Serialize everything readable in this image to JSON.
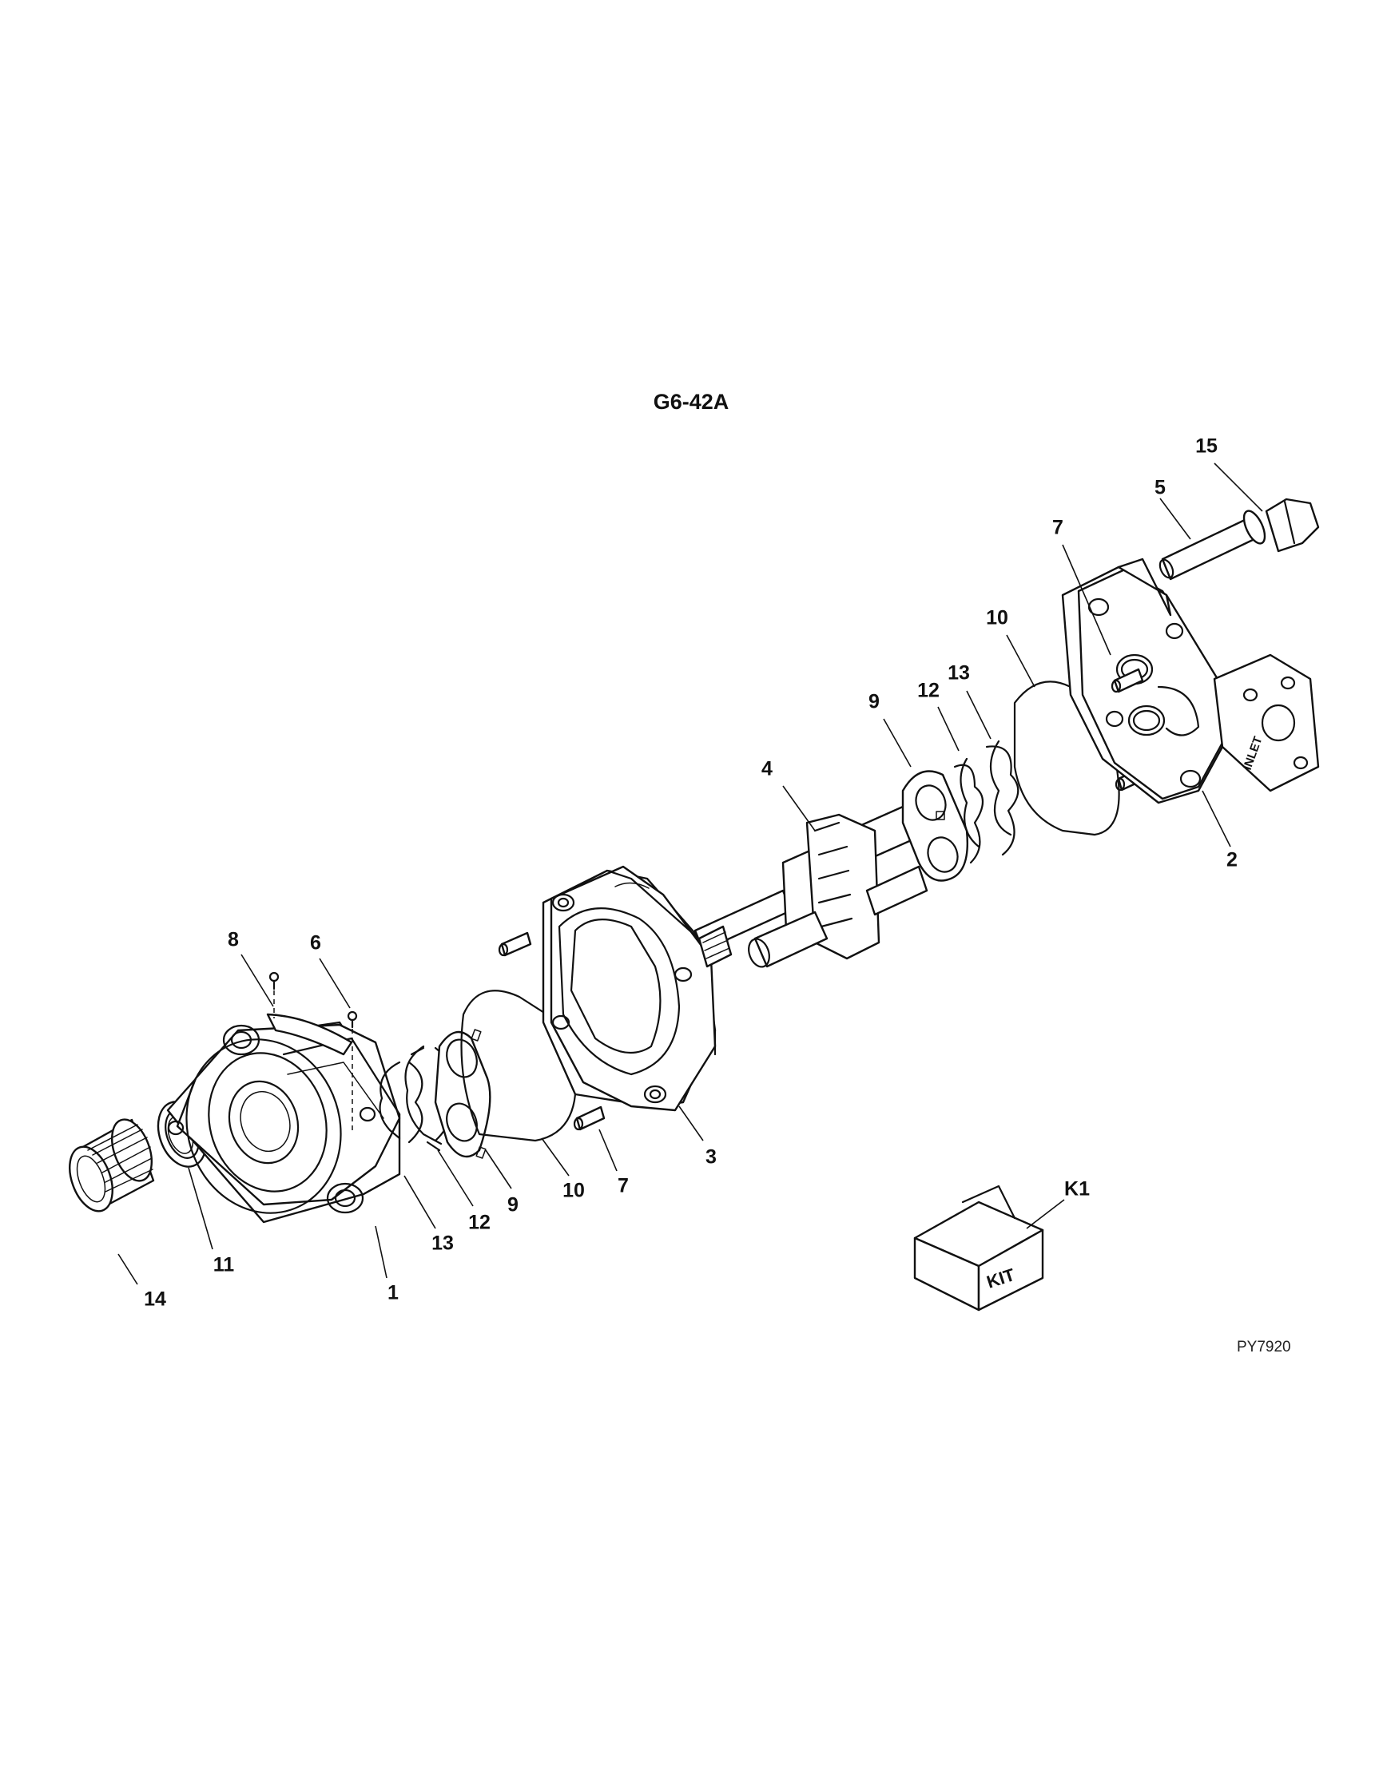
{
  "drawing_title": "G6-42A",
  "drawing_code": "PY7920",
  "kit_box_text": "KIT",
  "inlet_text": "INLET",
  "callouts": {
    "c1": "1",
    "c2": "2",
    "c3": "3",
    "c4": "4",
    "c5": "5",
    "c6": "6",
    "c7a": "7",
    "c7b": "7",
    "c8": "8",
    "c9a": "9",
    "c9b": "9",
    "c10a": "10",
    "c10b": "10",
    "c11": "11",
    "c12a": "12",
    "c12b": "12",
    "c13a": "13",
    "c13b": "13",
    "c14": "14",
    "c15": "15",
    "ck1": "K1"
  }
}
